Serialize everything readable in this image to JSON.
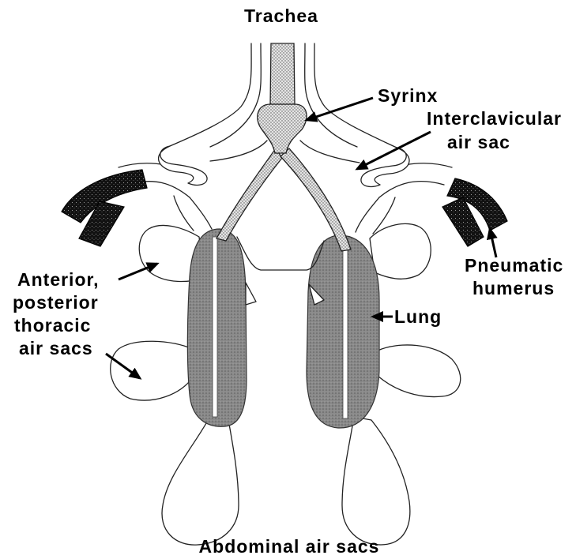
{
  "labels": {
    "trachea": "Trachea",
    "syrinx": "Syrinx",
    "interclavicular_air_sac": [
      "Interclavicular",
      "air sac"
    ],
    "pneumatic_humerus": [
      "Pneumatic",
      "humerus"
    ],
    "thoracic_air_sacs": [
      "Anterior,",
      "posterior",
      "thoracic",
      "air sacs"
    ],
    "lung": "Lung",
    "abdominal_air_sacs": "Abdominal air sacs"
  },
  "colors": {
    "stipple_light": "#e4e4e4",
    "lung_fill": "#8a8a8a",
    "humerus_fill": "#111111"
  }
}
